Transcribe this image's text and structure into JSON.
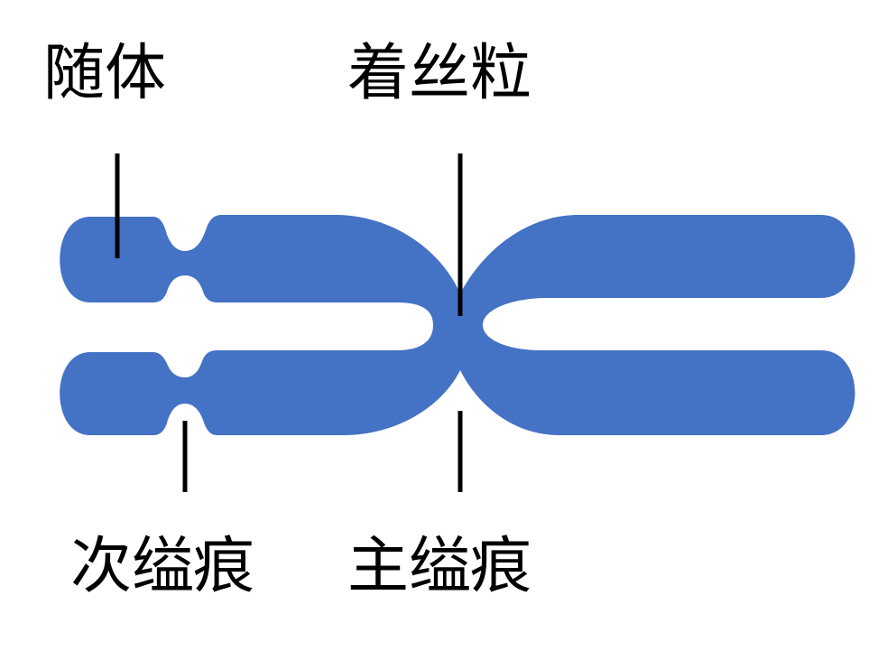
{
  "labels": {
    "satellite": "随体",
    "centromere": "着丝粒",
    "secondary_constriction": "次缢痕",
    "primary_constriction": "主缢痕"
  },
  "colors": {
    "chromosome": "#4472C4",
    "pointer_lines": "#000000"
  }
}
